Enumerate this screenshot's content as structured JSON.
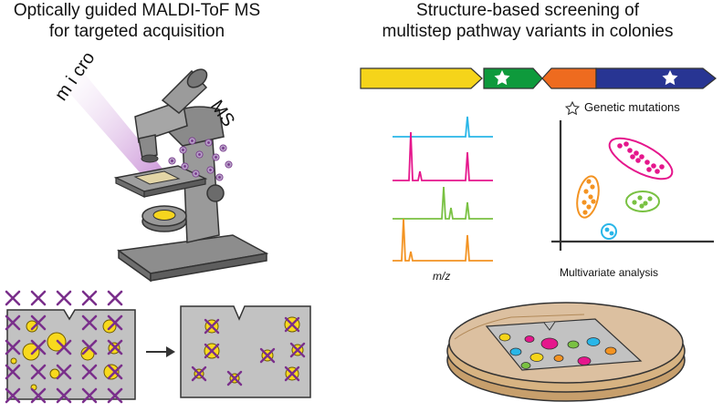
{
  "left_panel": {
    "title_line1": "Optically guided MALDI-ToF MS",
    "title_line2": "for targeted acquisition",
    "micro_label": "m i cro",
    "ms_label": "MS"
  },
  "right_panel": {
    "title_line1": "Structure-based screening of",
    "title_line2": "multistep pathway variants in colonies",
    "legend_label": "Genetic mutations",
    "spectra_xlabel": "m/z",
    "pca_label": "Multivariate analysis"
  },
  "colors": {
    "purple": "#8a3a96",
    "yellow": "#f5d41a",
    "green": "#0e9a3c",
    "orange": "#ee6b1f",
    "navy": "#283593",
    "cyan": "#29b6e8",
    "magenta": "#e5168c",
    "lime": "#79c142",
    "spectrum_orange": "#f39322"
  },
  "gene_cluster": [
    {
      "color": "#f5d41a",
      "star": false
    },
    {
      "color": "#0e9a3c",
      "star": true
    },
    {
      "color": "#ee6b1f",
      "star": false
    },
    {
      "color": "#283593",
      "star": true
    }
  ],
  "spectra": [
    {
      "color": "#29b6e8",
      "peaks": []
    },
    {
      "color": "#e5168c",
      "peaks": []
    },
    {
      "color": "#79c142",
      "peaks": []
    },
    {
      "color": "#f39322",
      "peaks": []
    }
  ],
  "icons": {
    "microscope": "microscope-icon",
    "star": "star-icon",
    "arrow": "arrow-right-icon",
    "petri_dish": "petri-dish-icon"
  }
}
